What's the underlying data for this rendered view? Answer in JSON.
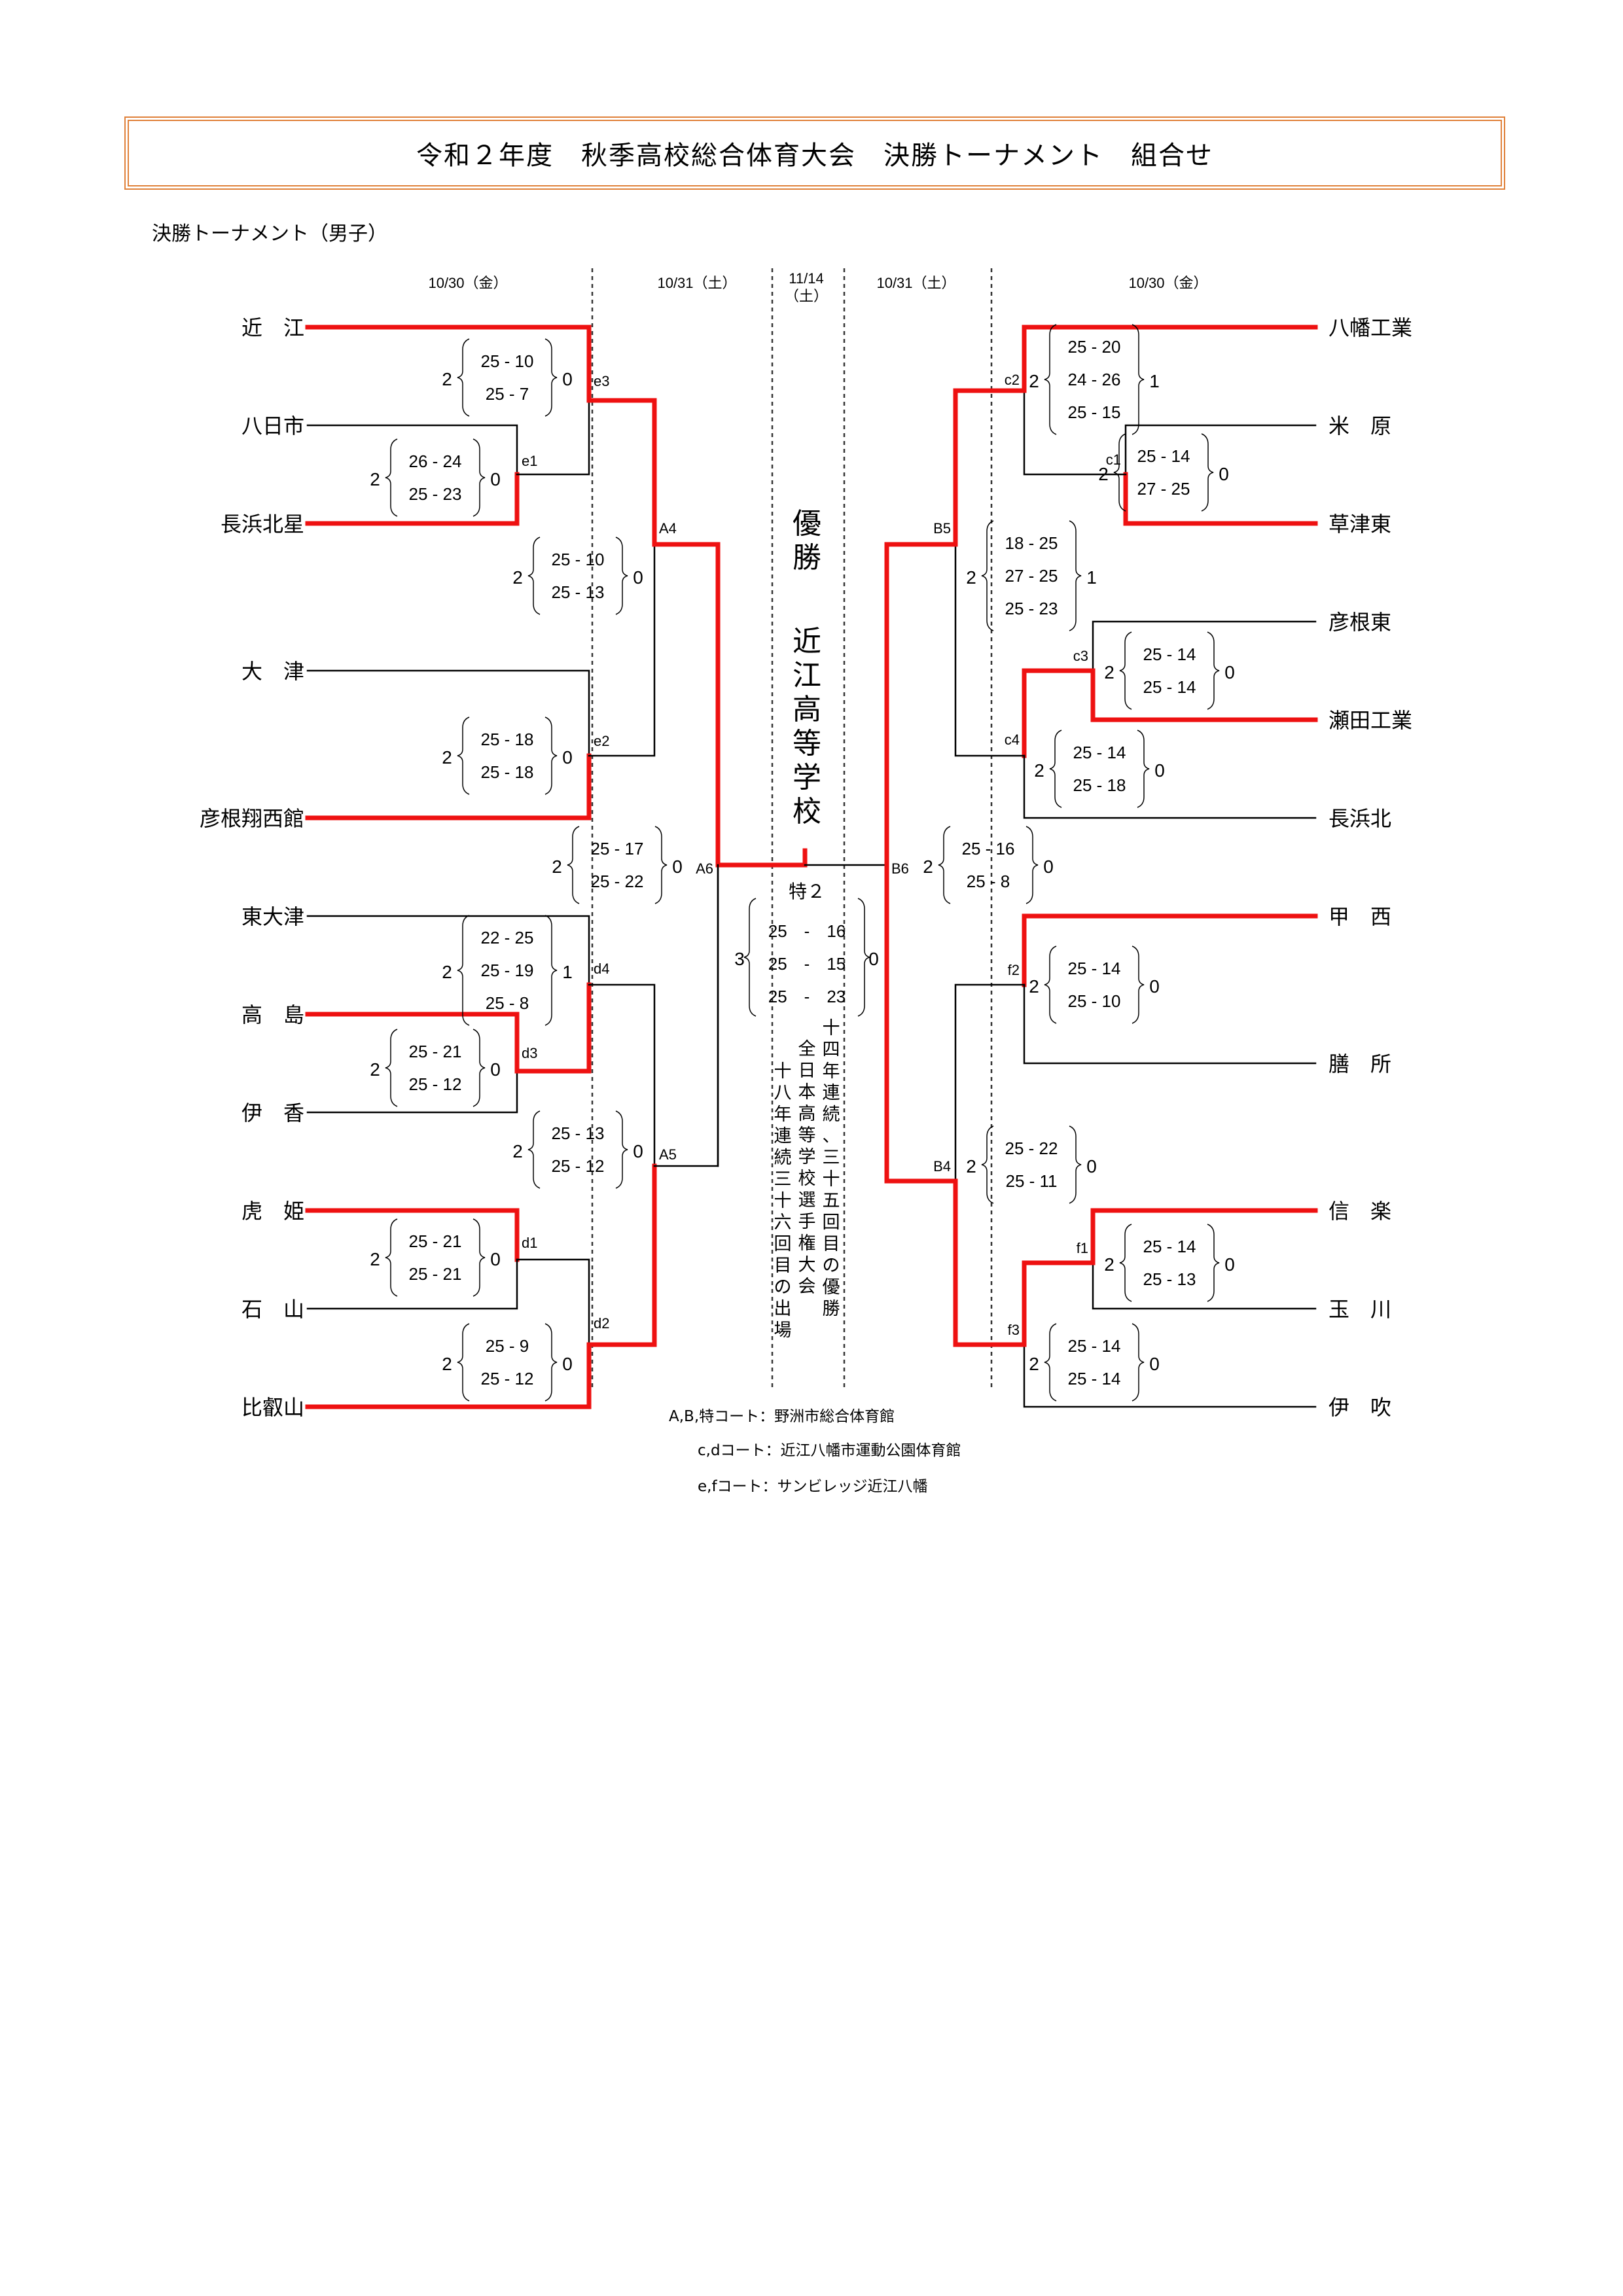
{
  "header": {
    "title": "令和２年度　秋季高校総合体育大会　決勝トーナメント　組合せ",
    "section": "決勝トーナメント（男子）"
  },
  "dates": {
    "left_r1": "10/30（金）",
    "left_r2": "10/31（土）",
    "final_line1": "11/14",
    "final_line2": "（土）",
    "right_r2": "10/31（土）",
    "right_r1": "10/30（金）"
  },
  "champion": {
    "label": "優勝",
    "school": "近江高等学校"
  },
  "final_match": {
    "code": "特２",
    "winner_sets": "3",
    "loser_sets": "0",
    "set_scores": [
      "25　-　16",
      "25　-　15",
      "25　-　23"
    ]
  },
  "champion_notes": [
    "十四年連続、三十五回目の優勝",
    "全日本高等学校選手権大会",
    "十八年連続三十六回目の出場"
  ],
  "teams_left": [
    "近　江",
    "八日市",
    "長浜北星",
    "大　津",
    "彦根翔西館",
    "東大津",
    "高　島",
    "伊　香",
    "虎　姫",
    "石　山",
    "比叡山"
  ],
  "teams_right": [
    "八幡工業",
    "米　原",
    "草津東",
    "彦根東",
    "瀬田工業",
    "長浜北",
    "甲　西",
    "膳　所",
    "信　楽",
    "玉　川",
    "伊　吹"
  ],
  "matches": {
    "e1": {
      "code": "e1",
      "winner": "長浜北星",
      "loser": "八日市",
      "w": "2",
      "l": "0",
      "sets": [
        "26 - 24",
        "25 - 23"
      ]
    },
    "e3": {
      "code": "e3",
      "winner": "近　江",
      "loser": "長浜北星",
      "w": "2",
      "l": "0",
      "sets": [
        "25 - 10",
        "25 -  7"
      ]
    },
    "e2": {
      "code": "e2",
      "winner": "彦根翔西館",
      "loser": "大　津",
      "w": "2",
      "l": "0",
      "sets": [
        "25 - 18",
        "25 - 18"
      ]
    },
    "A4": {
      "code": "A4",
      "winner": "近　江",
      "loser": "彦根翔西館",
      "w": "2",
      "l": "0",
      "sets": [
        "25 - 10",
        "25 - 13"
      ]
    },
    "d3": {
      "code": "d3",
      "winner": "高　島",
      "loser": "伊　香",
      "w": "2",
      "l": "0",
      "sets": [
        "25 - 21",
        "25 - 12"
      ]
    },
    "d4": {
      "code": "d4",
      "winner": "高　島",
      "loser": "東大津",
      "w": "2",
      "l": "1",
      "sets": [
        "22 - 25",
        "25 - 19",
        "25 -  8"
      ]
    },
    "d1": {
      "code": "d1",
      "winner": "虎　姫",
      "loser": "石　山",
      "w": "2",
      "l": "0",
      "sets": [
        "25 - 21",
        "25 - 21"
      ]
    },
    "d2": {
      "code": "d2",
      "winner": "比叡山",
      "loser": "虎　姫",
      "w": "2",
      "l": "0",
      "sets": [
        "25 -  9",
        "25 - 12"
      ]
    },
    "A5": {
      "code": "A5",
      "winner": "比叡山",
      "loser": "高　島",
      "w": "2",
      "l": "0",
      "sets": [
        "25 - 13",
        "25 - 12"
      ]
    },
    "A6": {
      "code": "A6",
      "winner": "近　江",
      "loser": "比叡山",
      "w": "2",
      "l": "0",
      "sets": [
        "25 - 17",
        "25 - 22"
      ]
    },
    "c1": {
      "code": "c1",
      "winner": "草津東",
      "loser": "米　原",
      "w": "2",
      "l": "0",
      "sets": [
        "25 - 14",
        "27 - 25"
      ]
    },
    "c2": {
      "code": "c2",
      "winner": "八幡工業",
      "loser": "草津東",
      "w": "2",
      "l": "1",
      "sets": [
        "25 - 20",
        "24 - 26",
        "25 - 15"
      ]
    },
    "c3": {
      "code": "c3",
      "winner": "瀬田工業",
      "loser": "彦根東",
      "w": "2",
      "l": "0",
      "sets": [
        "25 - 14",
        "25 - 14"
      ]
    },
    "c4": {
      "code": "c4",
      "winner": "瀬田工業",
      "loser": "長浜北",
      "w": "2",
      "l": "0",
      "sets": [
        "25 - 14",
        "25 - 18"
      ]
    },
    "B5": {
      "code": "B5",
      "winner": "八幡工業",
      "loser": "瀬田工業",
      "w": "2",
      "l": "1",
      "sets": [
        "18 - 25",
        "27 - 25",
        "25 - 23"
      ]
    },
    "f2": {
      "code": "f2",
      "winner": "甲　西",
      "loser": "膳　所",
      "w": "2",
      "l": "0",
      "sets": [
        "25 - 14",
        "25 - 10"
      ]
    },
    "f1": {
      "code": "f1",
      "winner": "信　楽",
      "loser": "玉　川",
      "w": "2",
      "l": "0",
      "sets": [
        "25 - 14",
        "25 - 13"
      ]
    },
    "f3": {
      "code": "f3",
      "winner": "信　楽",
      "loser": "伊　吹",
      "w": "2",
      "l": "0",
      "sets": [
        "25 - 14",
        "25 - 14"
      ]
    },
    "B4": {
      "code": "B4",
      "winner": "信　楽",
      "loser": "甲　西",
      "w": "2",
      "l": "0",
      "sets": [
        "25 - 22",
        "25 - 11"
      ]
    },
    "B6": {
      "code": "B6",
      "winner": "八幡工業",
      "loser": "信　楽",
      "w": "2",
      "l": "0",
      "sets": [
        "25 - 16",
        "25 -  8"
      ]
    }
  },
  "venues": [
    "A,B,特コート：野洲市総合体育館",
    "c,dコート：近江八幡市運動公園体育館",
    "e,fコート：サンビレッジ近江八幡"
  ],
  "colors": {
    "winner_line": "#ee1111",
    "line": "#000000",
    "title_border": "#e0813a"
  }
}
